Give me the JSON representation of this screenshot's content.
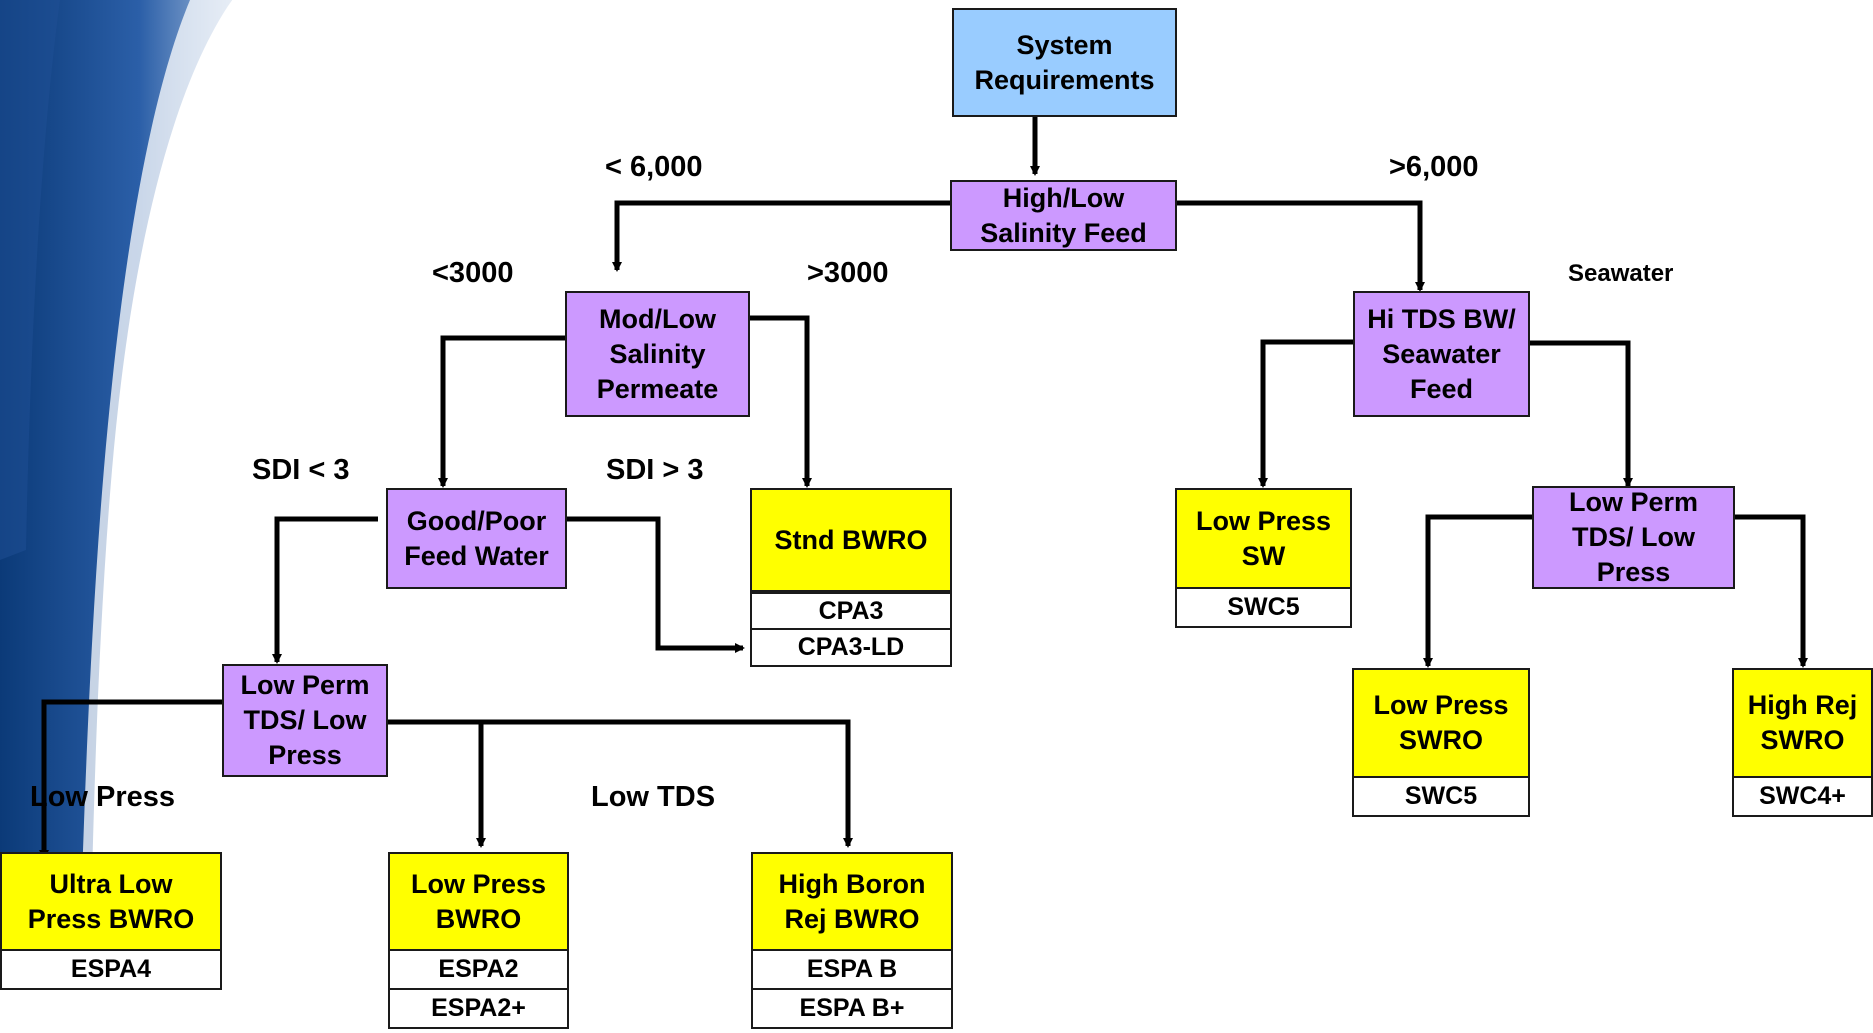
{
  "nodes": {
    "system_requirements": "System\nRequirements",
    "salinity_feed": "High/Low\nSalinity Feed",
    "mod_low_permeate": "Mod/Low\nSalinity\nPermeate",
    "hi_tds_seawater": "Hi TDS BW/\nSeawater\nFeed",
    "good_poor_feed": "Good/Poor\nFeed Water",
    "stnd_bwro": "Stnd BWRO",
    "low_press_sw": "Low Press\nSW",
    "low_perm_right": "Low Perm\nTDS/ Low\nPress",
    "low_perm_left": "Low Perm\nTDS/ Low\nPress",
    "low_press_swro": "Low Press\nSWRO",
    "high_rej_swro": "High Rej\nSWRO",
    "ultra_low_press_bwro": "Ultra Low\nPress BWRO",
    "low_press_bwro": "Low Press\nBWRO",
    "high_boron_rej_bwro": "High Boron\nRej BWRO"
  },
  "products": {
    "cpa3": "CPA3",
    "cpa3_ld": "CPA3-LD",
    "swc5_a": "SWC5",
    "swc5_b": "SWC5",
    "swc4_plus": "SWC4+",
    "espa4": "ESPA4",
    "espa2": "ESPA2",
    "espa2_plus": "ESPA2+",
    "espa_b": "ESPA B",
    "espa_b_plus": "ESPA B+"
  },
  "labels": {
    "lt_6000": "< 6,000",
    "gt_6000": ">6,000",
    "lt_3000": "<3000",
    "gt_3000": ">3000",
    "seawater": "Seawater",
    "sdi_lt_3": "SDI < 3",
    "sdi_gt_3": "SDI > 3",
    "low_press": "Low Press",
    "low_tds": "Low TDS"
  },
  "colors": {
    "start": "#99ccff",
    "decision": "#cc99ff",
    "result": "#ffff00",
    "product": "#ffffff",
    "line": "#000000"
  }
}
